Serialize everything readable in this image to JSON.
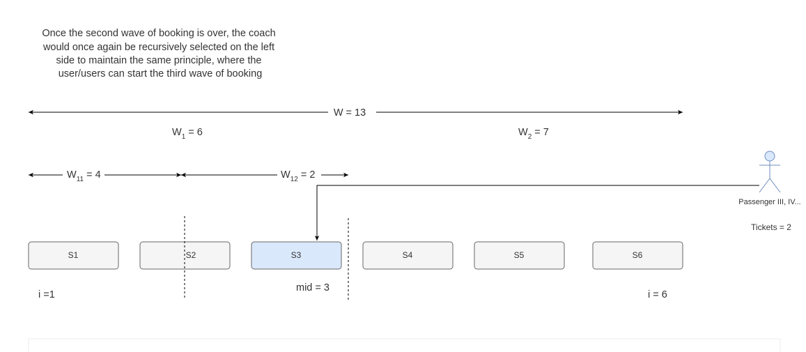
{
  "caption": [
    "Once the second wave of booking is over, the coach",
    "would once again be recursively selected on the left",
    "side to maintain the same principle, where the",
    "user/users can start the third wave of booking"
  ],
  "widths": {
    "total": "W = 13",
    "w1_base": "W",
    "w1_sub": "1",
    "w1_rest": " = 6",
    "w2_base": "W",
    "w2_sub": "2",
    "w2_rest": " =  7",
    "w11_base": "W",
    "w11_sub": "11",
    "w11_rest": " = 4",
    "w12_base": "W",
    "w12_sub": "12",
    "w12_rest": " = 2"
  },
  "seats": [
    {
      "label": "S1",
      "fill": "#f5f5f5",
      "selected": false
    },
    {
      "label": "S2",
      "fill": "#f5f5f5",
      "selected": false
    },
    {
      "label": "S3",
      "fill": "#dae8fc",
      "selected": true
    },
    {
      "label": "S4",
      "fill": "#f5f5f5",
      "selected": false
    },
    {
      "label": "S5",
      "fill": "#f5f5f5",
      "selected": false
    },
    {
      "label": "S6",
      "fill": "#f5f5f5",
      "selected": false
    }
  ],
  "index_labels": {
    "start": "i =1",
    "mid": "mid = 3",
    "end": "i = 6"
  },
  "passenger": {
    "name": "Passenger III, IV...",
    "tickets": "Tickets = 2",
    "icon": "stick-figure-actor-icon",
    "fill": "#dae8fc",
    "stroke": "#6c8ebf"
  }
}
